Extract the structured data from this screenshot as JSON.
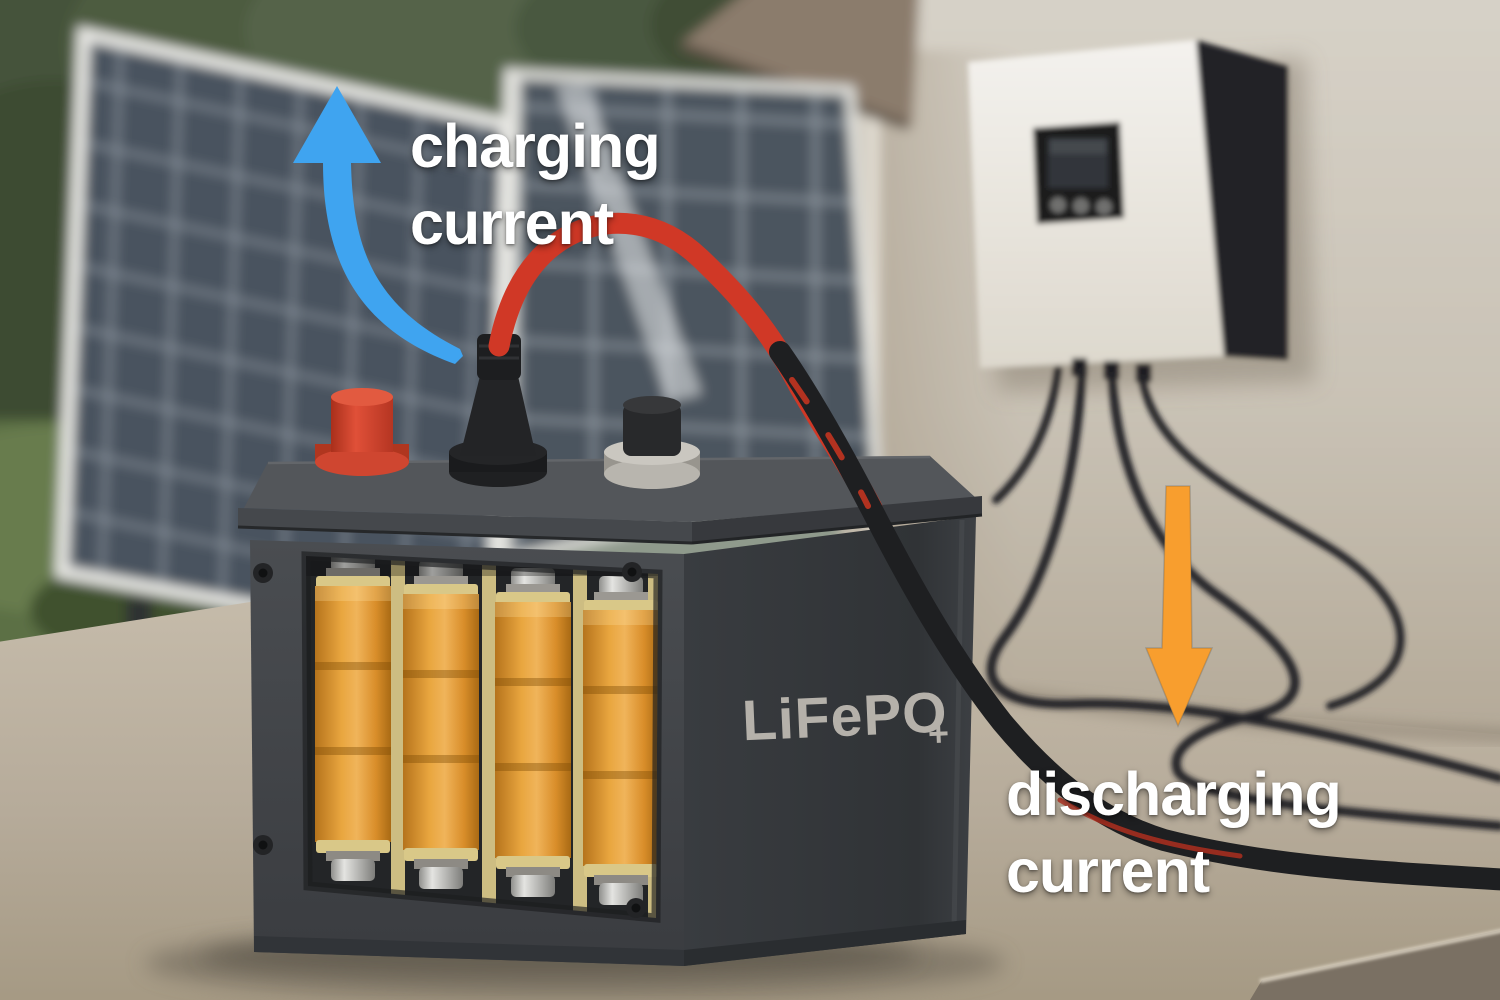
{
  "annotations": {
    "charging": {
      "line1": "charging",
      "line2": "current",
      "arrow_direction": "up"
    },
    "discharging": {
      "line1": "discharging",
      "line2": "current",
      "arrow_direction": "down"
    }
  },
  "battery": {
    "brand_label": "LiFePO",
    "brand_label_subscript": "+",
    "visible_cell_count": 4
  },
  "colors": {
    "charging_arrow": "#3fa4f0",
    "discharging_arrow": "#f89e2e",
    "annotation_text": "#ffffff",
    "brand_label_text": "#b5b1aa",
    "battery_case": "#3f4246",
    "battery_cell_orange": "#e09a38",
    "cell_divider_cream": "#d3c285",
    "positive_terminal_red": "#cf4630",
    "negative_terminal_black": "#28292b",
    "cable_red": "#d03826",
    "cable_black": "#1e1f21"
  }
}
